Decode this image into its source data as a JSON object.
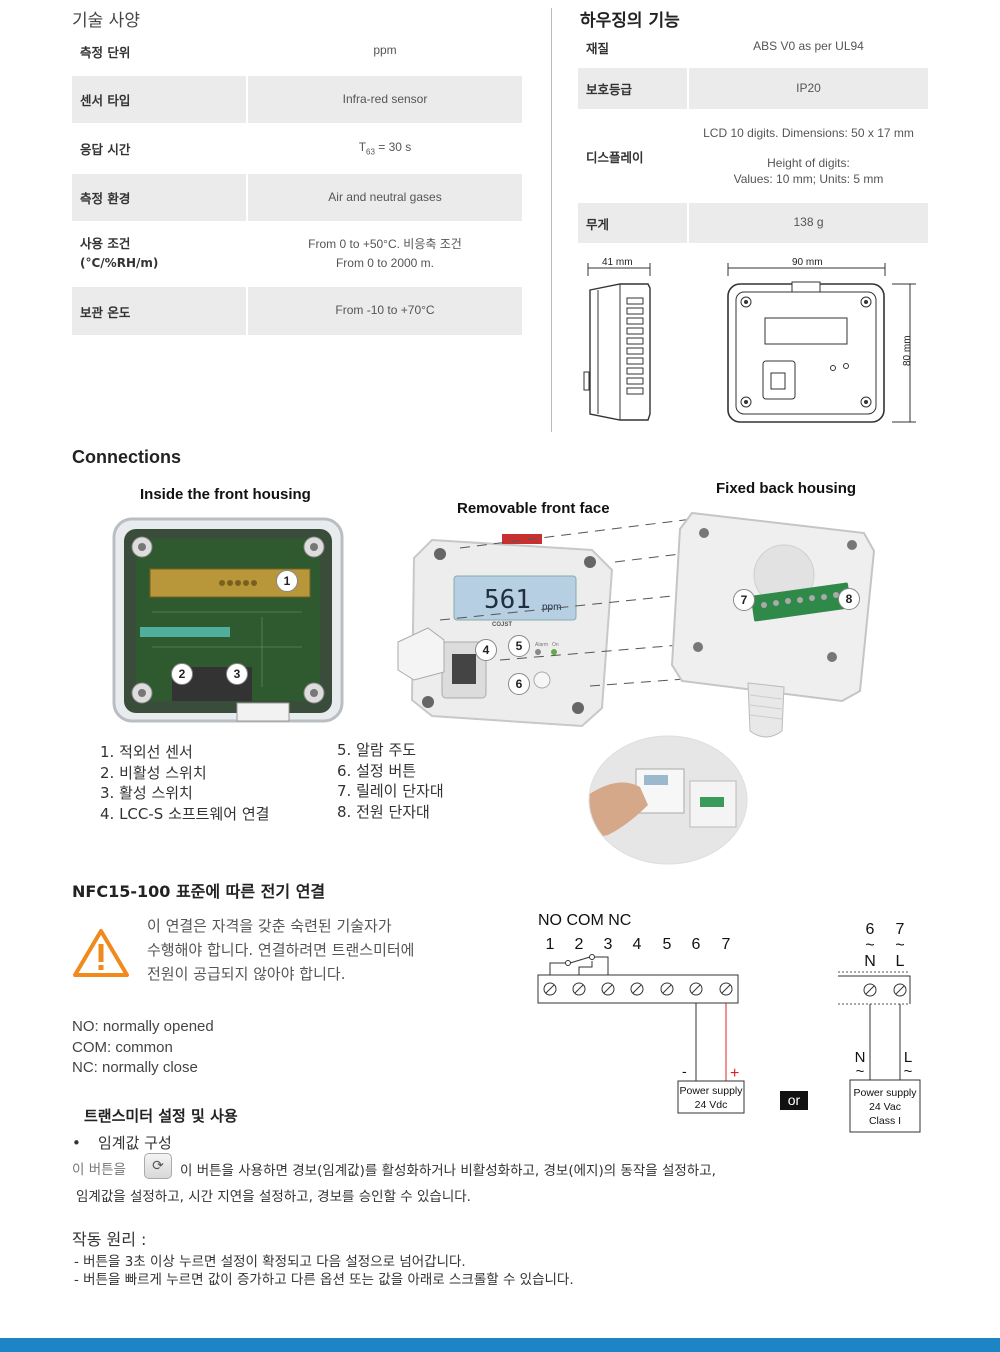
{
  "spec": {
    "title": "기술 사양",
    "rows": [
      {
        "label": "측정 단위",
        "label2": "",
        "value": "ppm",
        "value2": ""
      },
      {
        "label": "센서 타입",
        "label2": "",
        "value": "Infra-red sensor",
        "value2": ""
      },
      {
        "label": "응답 시간",
        "label2": "",
        "value": "T",
        "value_sub": "63",
        "value_tail": " = 30 s",
        "value2": ""
      },
      {
        "label": "측정 환경",
        "label2": "",
        "value": "Air and neutral gases",
        "value2": ""
      },
      {
        "label": "사용 조건",
        "label2": "(°C/%RH/m)",
        "value": "From 0 to +50°C. 비응축 조건",
        "value2": "From 0 to 2000 m."
      },
      {
        "label": "보관 온도",
        "label2": "",
        "value": "From -10 to +70°C",
        "value2": ""
      }
    ]
  },
  "housing": {
    "title": "하우징의 기능",
    "rows": [
      {
        "label": "재질",
        "value": "ABS V0 as per UL94",
        "value2": "",
        "value3": ""
      },
      {
        "label": "보호등급",
        "value": "IP20",
        "value2": "",
        "value3": ""
      },
      {
        "label": "디스플레이",
        "value": "LCD 10 digits. Dimensions: 50 x 17 mm",
        "value2": "Height of digits:",
        "value3": "Values: 10 mm; Units: 5 mm"
      },
      {
        "label": "무게",
        "value": "138 g",
        "value2": "",
        "value3": ""
      }
    ],
    "dims": {
      "depth": "41 mm",
      "width": "90 mm",
      "height": "80 mm"
    }
  },
  "connections": {
    "title": "Connections",
    "inside_label": "Inside the front housing",
    "removable_label": "Removable front face",
    "fixed_label": "Fixed back housing",
    "display_value": "561",
    "display_unit": "ppm",
    "brand": "COJST",
    "alarm_label": "Alarm",
    "on_label": "On",
    "markers": [
      "1",
      "2",
      "3",
      "4",
      "5",
      "6",
      "7",
      "8"
    ],
    "list_left": [
      "1. 적외선 센서",
      "2. 비활성 스위치",
      "3. 활성 스위치",
      "4. LCC-S 소프트웨어 연결"
    ],
    "list_right": [
      "5. 알람 주도",
      "6. 설정 버튼",
      "7. 릴레이 단자대",
      "8. 전원 단자대"
    ]
  },
  "electrical": {
    "title": "NFC15-100 표준에 따른 전기 연결",
    "warning_lines": [
      "이 연결은 자격을 갖춘 숙련된 기술자가",
      "수행해야 합니다. 연결하려면 트랜스미터에",
      "전원이 공급되지 않아야 합니다."
    ],
    "legend": [
      "NO: normally opened",
      "COM: common",
      "NC: normally close"
    ],
    "terminal_header": "NO COM NC",
    "terminal_numbers": [
      "1",
      "2",
      "3",
      "4",
      "5",
      "6",
      "7"
    ],
    "minus": "-",
    "plus": "+",
    "dc_supply": [
      "Power supply",
      "24 Vdc"
    ],
    "or": "or",
    "ac_top": [
      "6",
      "7"
    ],
    "ac_tilde": "~",
    "ac_top_letters": [
      "N",
      "L"
    ],
    "ac_bottom_letters": [
      "N",
      "L"
    ],
    "ac_supply": [
      "Power supply",
      "24 Vac",
      "Class I"
    ]
  },
  "setup": {
    "title": "트랜스미터 설정 및 사용",
    "bullet": "임계값   구성",
    "button_prefix": "이 버튼을",
    "desc1": "이 버튼을 사용하면 경보(임계값)를 활성화하거나 비활성화하고, 경보(에지)의 동작을 설정하고,",
    "desc2": "임계값을 설정하고, 시간 지연을 설정하고, 경보를 승인할 수 있습니다.",
    "principle_title": "작동 원리 :",
    "principle_lines": [
      "- 버튼을 3초 이상 누르면 설정이 확정되고 다음 설정으로 넘어갑니다.",
      "- 버튼을 빠르게 누르면 값이 증가하고 다른 옵션 또는 값을 아래로 스크롤할 수 있습니다."
    ]
  },
  "colors": {
    "accent_blue": "#1d84c6",
    "warning_orange": "#f08a1c",
    "table_shade": "#ebebeb",
    "plus_red": "#e02020"
  }
}
